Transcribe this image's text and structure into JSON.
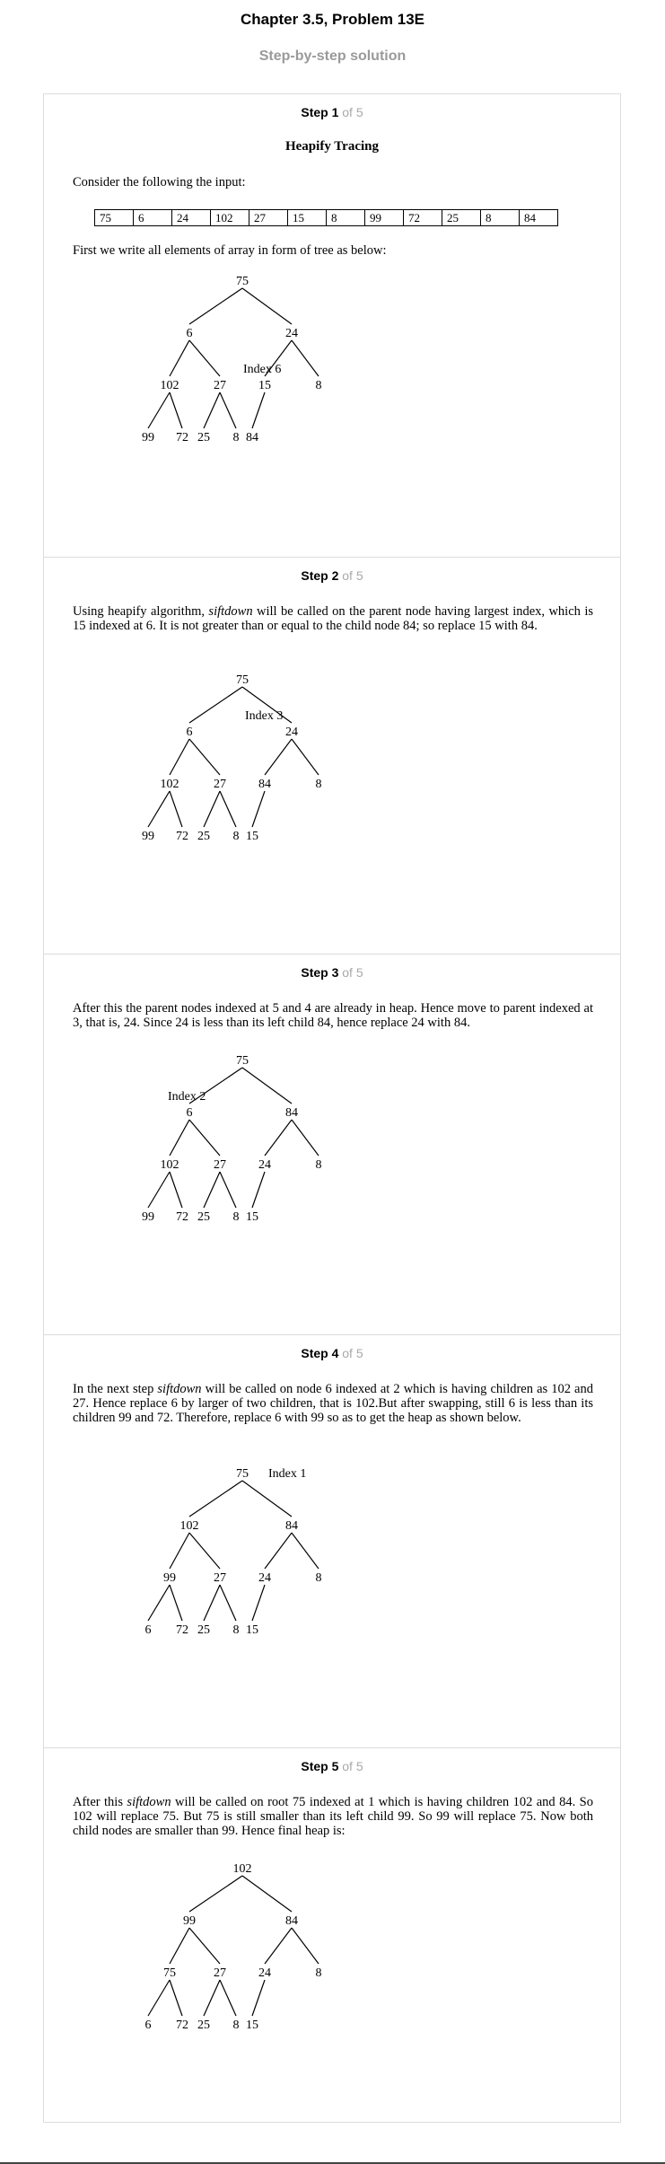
{
  "header": {
    "title": "Chapter 3.5, Problem 13E",
    "subtitle": "Step-by-step solution"
  },
  "steps": [
    {
      "label": "Step 1",
      "of": " of 5",
      "heading": "Heapify Tracing",
      "intro": "Consider the following the input:",
      "array": [
        "75",
        "6",
        "24",
        "102",
        "27",
        "15",
        "8",
        "99",
        "72",
        "25",
        "8",
        "84"
      ],
      "text": "First we write all elements of array in form of tree as below:",
      "tree": {
        "nodes": [
          "75",
          "6",
          "24",
          "102",
          "27",
          "15",
          "8",
          "99",
          "72",
          "25",
          "8",
          "84"
        ],
        "annotation": "Index 6"
      }
    },
    {
      "label": "Step 2",
      "of": " of 5",
      "text_a": "Using heapify algorithm, ",
      "text_em": "siftdown",
      "text_b": " will be called on the parent node having largest index, which is 15 indexed at 6. It is not greater than or equal to the child node 84; so replace 15 with 84.",
      "tree": {
        "nodes": [
          "75",
          "6",
          "24",
          "102",
          "27",
          "84",
          "8",
          "99",
          "72",
          "25",
          "8",
          "15"
        ],
        "annotation": "Index 3"
      }
    },
    {
      "label": "Step 3",
      "of": " of 5",
      "text": "After this the parent nodes indexed at 5 and 4 are already in heap. Hence move to parent indexed at 3, that is, 24. Since 24 is less than its left child 84, hence replace 24 with 84.",
      "tree": {
        "nodes": [
          "75",
          "6",
          "84",
          "102",
          "27",
          "24",
          "8",
          "99",
          "72",
          "25",
          "8",
          "15"
        ],
        "annotation": "Index 2"
      }
    },
    {
      "label": "Step 4",
      "of": " of 5",
      "text_a": "In the next step ",
      "text_em": "siftdown",
      "text_b": " will be called on node 6 indexed at 2 which is having children as 102 and 27. Hence replace 6 by larger of two children, that is 102.But after swapping, still 6 is less than its children 99 and 72. Therefore, replace 6 with 99 so as to get the heap as shown below.",
      "tree": {
        "nodes": [
          "75",
          "102",
          "84",
          "99",
          "27",
          "24",
          "8",
          "6",
          "72",
          "25",
          "8",
          "15"
        ],
        "annotation": "Index 1"
      }
    },
    {
      "label": "Step 5",
      "of": " of 5",
      "text_a": "After this ",
      "text_em": "siftdown",
      "text_b": " will be called on root 75 indexed at 1 which is having children 102 and 84. So 102 will replace 75. But 75 is still smaller than its left child 99. So 99 will replace 75. Now both child nodes are smaller than 99. Hence final heap is:",
      "tree": {
        "nodes": [
          "102",
          "99",
          "84",
          "75",
          "27",
          "24",
          "8",
          "6",
          "72",
          "25",
          "8",
          "15"
        ]
      }
    }
  ]
}
